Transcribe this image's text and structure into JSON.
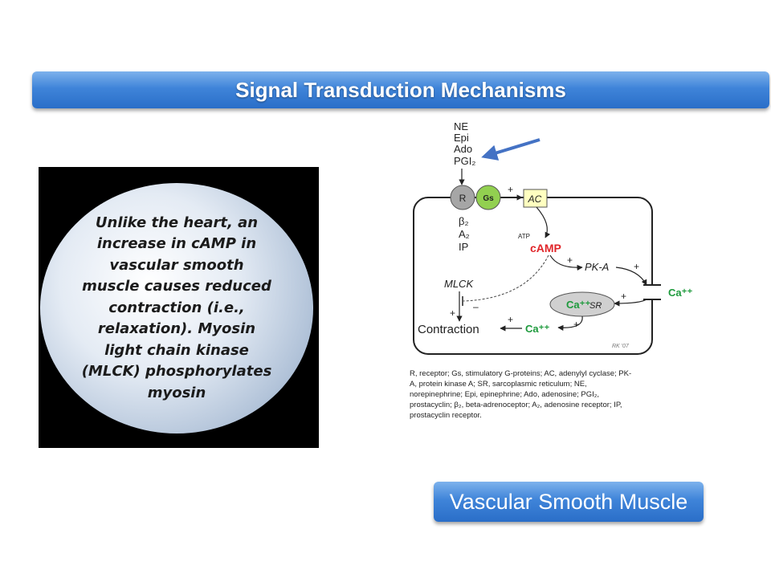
{
  "slide": {
    "title": "Signal Transduction Mechanisms",
    "callout_text": "Unlike the heart, an increase in cAMP in vascular smooth muscle causes reduced contraction (i.e., relaxation). Myosin light chain kinase (MLCK) phosphorylates myosin",
    "footer_label": "Vascular Smooth Muscle"
  },
  "diagram": {
    "ligands": [
      "NE",
      "Epi",
      "Ado",
      "PGI₂"
    ],
    "receptor": "R",
    "gprotein": "Gs",
    "enzyme": "AC",
    "receptor_types": [
      "β₂",
      "A₂",
      "IP"
    ],
    "atp": "ATP",
    "camp": "cAMP",
    "pka": "PK-A",
    "mlck": "MLCK",
    "contraction": "Contraction",
    "ca": "Ca⁺⁺",
    "sr": "SR",
    "plus": "+",
    "minus": "–",
    "signature": "RK '07",
    "caption_lines": [
      "R, receptor; Gs, stimulatory G-proteins; AC, adenylyl cyclase; PK-",
      "A, protein kinase A; SR, sarcoplasmic reticulum; NE,",
      "norepinephrine;  Epi, epinephrine; Ado, adenosine; PGI₂,",
      "prostacyclin;  β₂, beta-adrenoceptor; A₂, adenosine receptor; IP,",
      "prostacyclin receptor."
    ],
    "colors": {
      "green": "#1d9a3c",
      "red": "#e0262a",
      "arrow_blue": "#4472c4"
    }
  }
}
